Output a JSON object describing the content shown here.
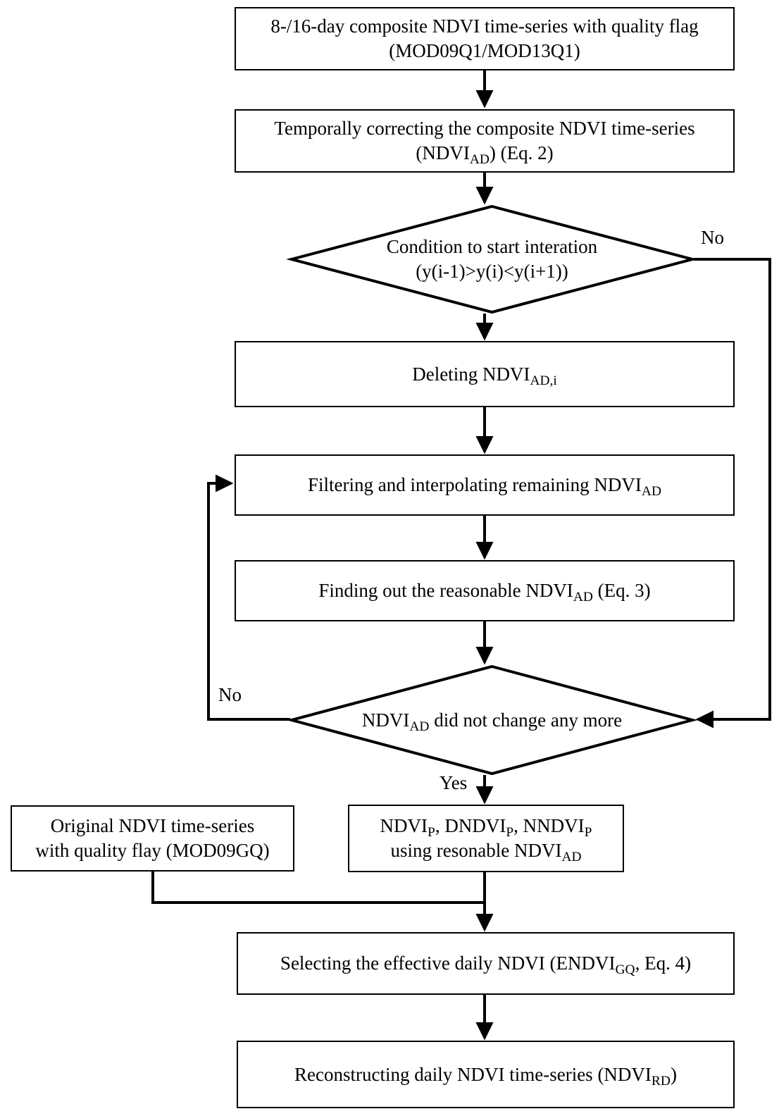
{
  "diagram": {
    "title": "NDVI time-series reconstruction flowchart",
    "stroke_color": "#000000",
    "background_color": "#ffffff",
    "nodes": {
      "input_composite": {
        "shape": "process",
        "line1": "8-/16-day composite NDVI time-series with quality flag",
        "line2": "(MOD09Q1/MOD13Q1)"
      },
      "temporal_correction": {
        "shape": "process",
        "line1": "Temporally correcting the composite NDVI time-series",
        "line2_pre": "(NDVI",
        "line2_sub": "AD",
        "line2_post": ") (Eq. 2)"
      },
      "condition_start": {
        "shape": "decision",
        "line1": "Condition to start interation",
        "line2": "(y(i-1)>y(i)<y(i+1))"
      },
      "deleting": {
        "shape": "process",
        "pre": "Deleting NDVI",
        "sub": "AD,i",
        "post": ""
      },
      "filtering": {
        "shape": "process",
        "pre": "Filtering and interpolating remaining NDVI",
        "sub": "AD",
        "post": ""
      },
      "finding": {
        "shape": "process",
        "pre": "Finding out the reasonable NDVI",
        "sub": "AD",
        "post": " (Eq. 3)"
      },
      "converged": {
        "shape": "decision",
        "pre": "NDVI",
        "sub": "AD",
        "post": " did not change any more"
      },
      "original_daily": {
        "shape": "process",
        "line1": "Original NDVI time-series",
        "line2": "with quality flay (MOD09GQ)"
      },
      "products": {
        "shape": "process",
        "line1_a": "NDVI",
        "line1_sub_a": "P",
        "line1_b": ", DNDVI",
        "line1_sub_b": "P",
        "line1_c": ", NNDVI",
        "line1_sub_c": "P",
        "line2_pre": "using resonable NDVI",
        "line2_sub": "AD",
        "line2_post": ""
      },
      "selecting": {
        "shape": "process",
        "pre": "Selecting the effective daily NDVI (ENDVI",
        "sub": "GQ",
        "post": ", Eq. 4)"
      },
      "reconstructing": {
        "shape": "process",
        "pre": "Reconstructing daily NDVI time-series (NDVI",
        "sub": "RD",
        "post": ")"
      }
    },
    "edge_labels": {
      "no_right": "No",
      "no_left": "No",
      "yes": "Yes"
    }
  }
}
